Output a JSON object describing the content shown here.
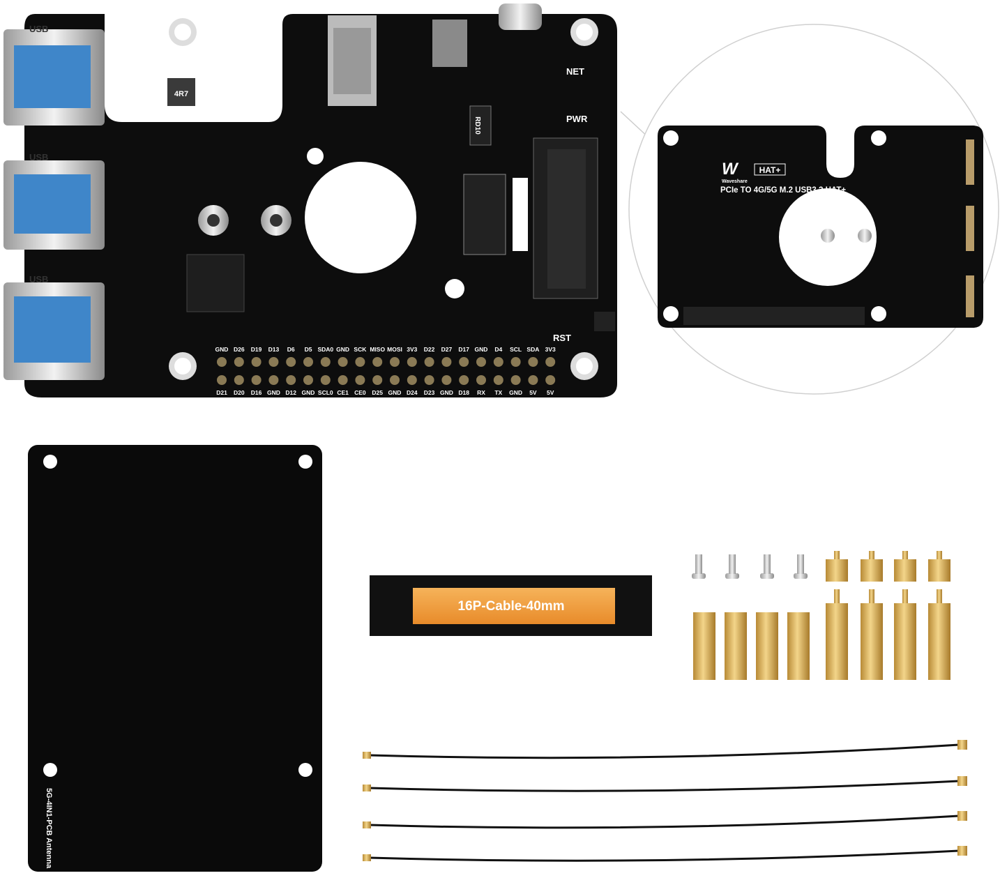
{
  "main_board": {
    "usb_labels": [
      "USB",
      "USB",
      "USB"
    ],
    "net_label": "NET",
    "pwr_label": "PWR",
    "rst_label": "RST",
    "chip_marking": "RD10",
    "inductor_marking": "4R7",
    "pin_labels_top": [
      "GND",
      "D26",
      "D19",
      "D13",
      "D6",
      "D5",
      "SDA0",
      "GND",
      "SCK",
      "MISO",
      "MOSI",
      "3V3",
      "D22",
      "D27",
      "D17",
      "GND",
      "D4",
      "SCL",
      "SDA",
      "3V3"
    ],
    "pin_labels_bottom": [
      "D21",
      "D20",
      "D16",
      "GND",
      "D12",
      "GND",
      "SCL0",
      "CE1",
      "CE0",
      "D25",
      "GND",
      "D24",
      "D23",
      "GND",
      "D18",
      "RX",
      "TX",
      "GND",
      "5V",
      "5V"
    ]
  },
  "inset": {
    "brand": "Waveshare",
    "badge": "HAT+",
    "product_name": "PCIe TO 4G/5G M.2 USB3.2 HAT+"
  },
  "cable": {
    "label": "16P-Cable-40mm"
  },
  "antenna_plate": {
    "label": "5G-4IN1-PCB Antenna"
  },
  "colors": {
    "pcb": "#0d0d0d",
    "flex_cable": "#f0a040",
    "brass": "#d9b25a",
    "silkscreen": "#ffffff"
  }
}
